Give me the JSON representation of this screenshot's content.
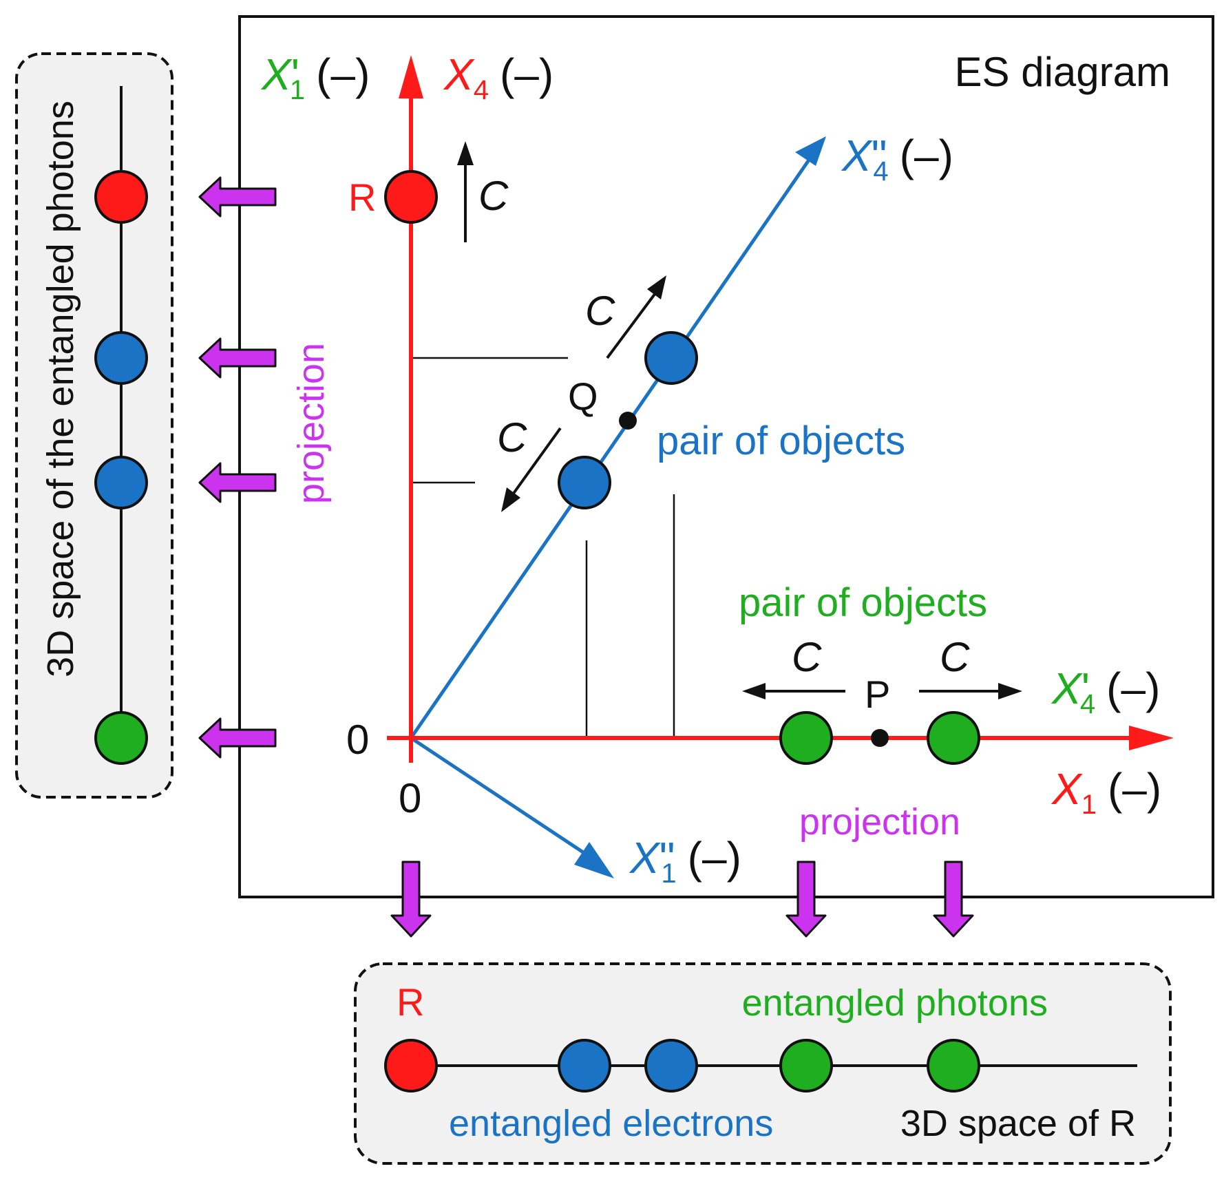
{
  "colors": {
    "red": "#ff1a1a",
    "blue": "#1a73c4",
    "green": "#1fae1f",
    "purple": "#cc33ee",
    "black": "#111111",
    "panel_fill": "#f1f1f1"
  },
  "diagram": {
    "title": "ES diagram",
    "origin_x": "0",
    "origin_y": "0",
    "point_r": "R",
    "point_q": "Q",
    "point_p": "P",
    "c": "C",
    "sub1": "1",
    "sub4": "4",
    "prime": "'",
    "dprime": "\"",
    "minus": "(–)",
    "axis_letter": "X",
    "pair_label_blue": "pair of objects",
    "pair_label_green": "pair of objects",
    "projection": "projection"
  },
  "left_panel": {
    "label": "3D space of the entangled photons"
  },
  "bottom_panel": {
    "r_label": "R",
    "photons_label": "entangled photons",
    "electrons_label": "entangled electrons",
    "space_label": "3D space of R"
  }
}
